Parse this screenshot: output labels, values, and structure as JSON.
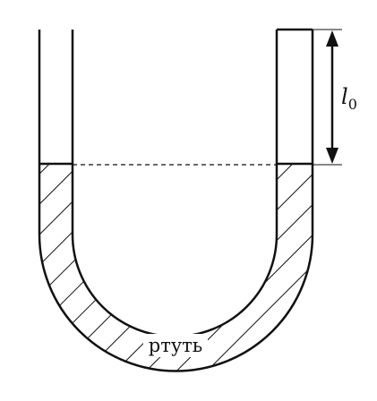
{
  "diagram": {
    "length_label": {
      "symbol": "l",
      "subscript": "0"
    },
    "liquid_label": "ртуть",
    "colors": {
      "stroke": "#111111",
      "background": "#ffffff",
      "text_background": "#ffffff"
    }
  }
}
